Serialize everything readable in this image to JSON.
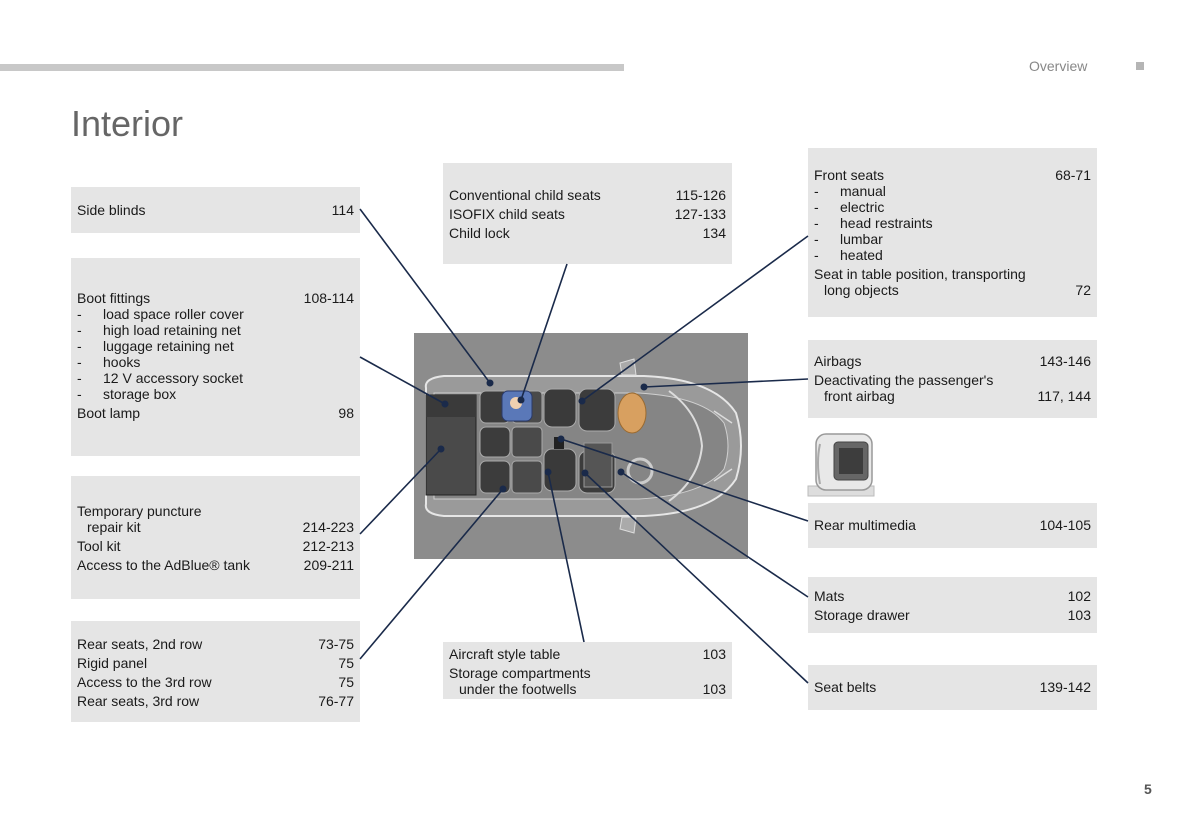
{
  "header": {
    "section": "Overview",
    "page_title": "Interior",
    "page_number": "5"
  },
  "boxes": {
    "side_blinds": {
      "rows": [
        {
          "label": "Side blinds",
          "page": "114"
        }
      ]
    },
    "boot": {
      "title": {
        "label": "Boot fittings",
        "page": "108-114"
      },
      "subs": [
        "load space roller cover",
        "high load retaining net",
        "luggage retaining net",
        "hooks",
        "12 V accessory socket",
        "storage box"
      ],
      "lamp": {
        "label": "Boot lamp",
        "page": "98"
      }
    },
    "tools": {
      "rows": [
        {
          "label": "Temporary puncture",
          "page": ""
        },
        {
          "label": "repair kit",
          "page": "214-223"
        },
        {
          "label": "Tool kit",
          "page": "212-213"
        },
        {
          "label": "Access to the AdBlue® tank",
          "page": "209-211"
        }
      ]
    },
    "rear_seats": {
      "rows": [
        {
          "label": "Rear seats, 2nd row",
          "page": "73-75"
        },
        {
          "label": "Rigid panel",
          "page": "75"
        },
        {
          "label": "Access to the 3rd row",
          "page": "75"
        },
        {
          "label": "Rear seats, 3rd row",
          "page": "76-77"
        }
      ]
    },
    "child": {
      "rows": [
        {
          "label": "Conventional child seats",
          "page": "115-126"
        },
        {
          "label": "ISOFIX child seats",
          "page": "127-133"
        },
        {
          "label": "Child lock",
          "page": "134"
        }
      ]
    },
    "table": {
      "rows": [
        {
          "label": "Aircraft style table",
          "page": "103"
        },
        {
          "label": "Storage compartments",
          "page": ""
        },
        {
          "label": "under the footwells",
          "page": "103"
        }
      ]
    },
    "front_seats": {
      "title": {
        "label": "Front seats",
        "page": "68-71"
      },
      "subs": [
        "manual",
        "electric",
        "head restraints",
        "lumbar",
        "heated"
      ],
      "extra1": "Seat in table position, transporting",
      "extra2": {
        "label": "long objects",
        "page": "72"
      }
    },
    "airbags": {
      "rows": [
        {
          "label": "Airbags",
          "page": "143-146"
        },
        {
          "label": "Deactivating the passenger's",
          "page": ""
        },
        {
          "label": "front airbag",
          "page": "117, 144"
        }
      ]
    },
    "multimedia": {
      "rows": [
        {
          "label": "Rear multimedia",
          "page": "104-105"
        }
      ]
    },
    "mats": {
      "rows": [
        {
          "label": "Mats",
          "page": "102"
        },
        {
          "label": "Storage drawer",
          "page": "103"
        }
      ]
    },
    "belts": {
      "rows": [
        {
          "label": "Seat belts",
          "page": "139-142"
        }
      ]
    }
  },
  "colors": {
    "box_bg": "#e5e5e5",
    "line": "#1a2a4a",
    "diagram_bg": "#8c8c8c"
  }
}
